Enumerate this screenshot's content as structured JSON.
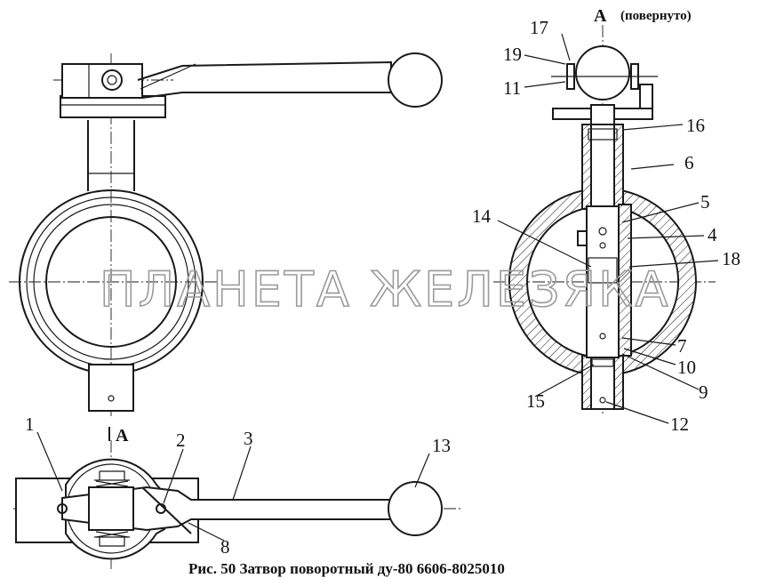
{
  "view_label": {
    "letter": "А",
    "note": "(повернуто)"
  },
  "section_marker": "А",
  "callouts": [
    "1",
    "2",
    "3",
    "4",
    "5",
    "6",
    "7",
    "8",
    "9",
    "10",
    "11",
    "12",
    "13",
    "14",
    "15",
    "16",
    "17",
    "18",
    "19"
  ],
  "watermark": "ПЛАНЕТА ЖЕЛЕЗЯКА",
  "caption": "Рис. 50 Затвор поворотный ду-80  6606-8025010"
}
